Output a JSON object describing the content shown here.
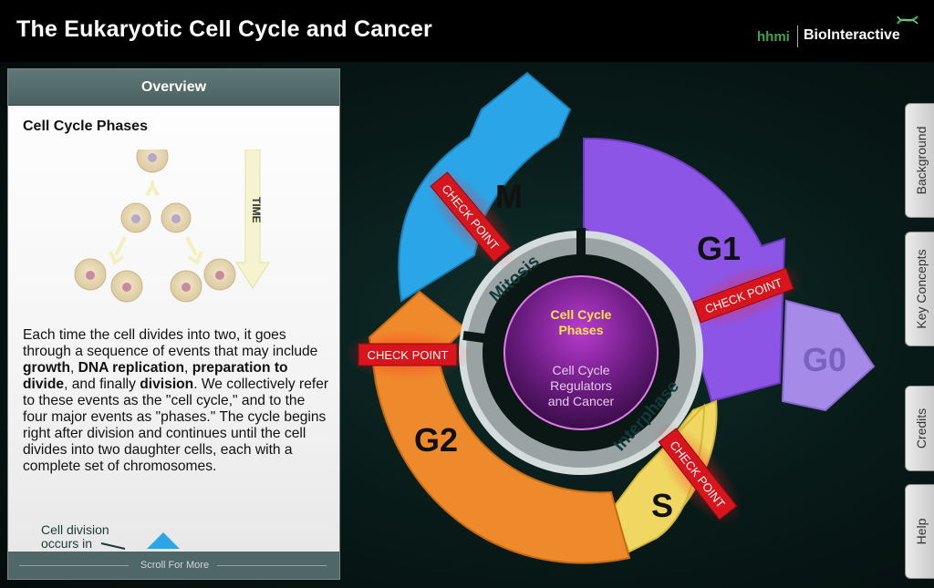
{
  "header": {
    "title": "The Eukaryotic Cell Cycle and Cancer",
    "brand_hhmi": "hhmi",
    "brand_name": "BioInteractive",
    "logo_icon": "dna-logo-icon"
  },
  "panel": {
    "title": "Overview",
    "subtitle": "Cell Cycle Phases",
    "time_label": "TIME",
    "body": {
      "p1": "Each time the cell divides into two, it goes through a sequence of events that may include ",
      "b1": "growth",
      "p2": ", ",
      "b2": "DNA replication",
      "p3": ", ",
      "b3": "preparation to divide",
      "p4": ", and finally ",
      "b4": "division",
      "p5": ". We collectively refer to these events as the \"cell cycle,\" and to the four major events as \"phases.\" The cycle begins right after division and continues until the cell divides into two daughter cells, each with a complete set of chromosomes."
    },
    "division_label_1": "Cell division",
    "division_label_2": "occurs in",
    "scroll_label": "Scroll For More"
  },
  "tabs": [
    "Background",
    "Key Concepts",
    "Credits",
    "Help"
  ],
  "cycle": {
    "phases": {
      "m": "M",
      "g1": "G1",
      "g0": "G0",
      "s": "S",
      "g2": "G2"
    },
    "inner_labels": {
      "mitosis": "Mitosis",
      "interphase": "Interphase"
    },
    "center": {
      "title_line1": "Cell Cycle",
      "title_line2": "Phases",
      "sub_line1": "Cell Cycle",
      "sub_line2": "Regulators",
      "sub_line3": "and Cancer"
    },
    "checkpoints": [
      "CHECK POINT",
      "CHECK POINT",
      "CHECK POINT",
      "CHECK POINT"
    ]
  },
  "colors": {
    "m": "#2aa6e8",
    "g1": "#8d55e6",
    "g0": "#a58ae8",
    "s": "#efd761",
    "g2": "#ef8a2c",
    "checkpoint": "#d8141c",
    "center_title": "#ffe24a"
  }
}
